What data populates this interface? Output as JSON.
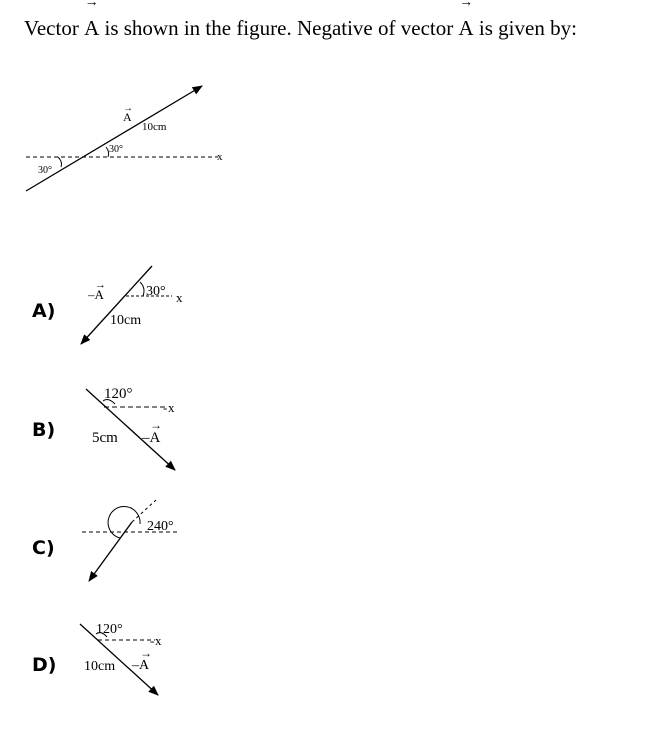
{
  "question": {
    "prefix": "Vector",
    "symbol": "A",
    "middle": "is shown in the figure. Negative of vector",
    "suffix": "is given by:"
  },
  "figure": {
    "vector_label": "A",
    "magnitude_label": "10cm",
    "angle_label_upper": "30°",
    "angle_label_lower": "30°",
    "axis_label": "x"
  },
  "options": [
    {
      "letter": "A)",
      "vector_label": "–A",
      "angle_label": "30°",
      "magnitude_label": "10cm",
      "axis_label": "x"
    },
    {
      "letter": "B)",
      "vector_label": "–A",
      "angle_label": "120°",
      "magnitude_label": "5cm",
      "axis_label": "x"
    },
    {
      "letter": "C)",
      "angle_label": "240°"
    },
    {
      "letter": "D)",
      "vector_label": "–A",
      "angle_label": "120°",
      "magnitude_label": "10cm",
      "axis_label": "x"
    }
  ]
}
